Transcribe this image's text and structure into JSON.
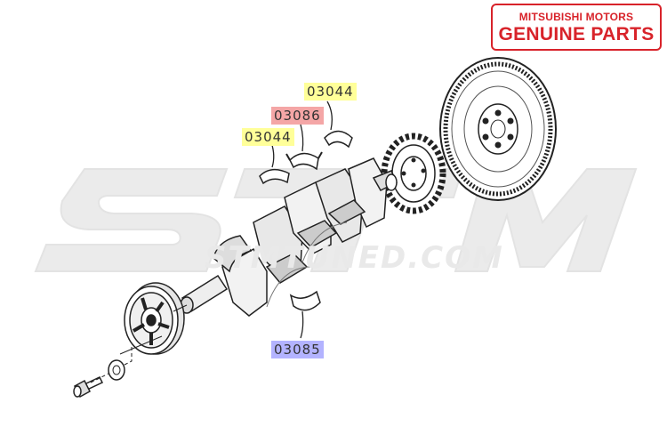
{
  "brand": {
    "line1": "MITSUBISHI MOTORS",
    "line2": "GENUINE PARTS",
    "color": "#d8232a"
  },
  "watermark": {
    "letters": [
      "S",
      "T",
      "M"
    ],
    "tagline": "STMTUNED.COM",
    "color": "#e6e6e6"
  },
  "callouts": [
    {
      "id": "top",
      "label": "03044",
      "highlight": "#ffff99"
    },
    {
      "id": "middle",
      "label": "03086",
      "highlight": "#f4a6a6"
    },
    {
      "id": "left",
      "label": "03044",
      "highlight": "#ffff99"
    },
    {
      "id": "bottom",
      "label": "03085",
      "highlight": "#b3b3ff"
    }
  ],
  "parts": [
    "flywheel",
    "reluctor-ring",
    "crankshaft",
    "crank-pulley",
    "washer",
    "bolt",
    "main-bearing-upper",
    "thrust-bearing",
    "main-bearing-lower"
  ]
}
